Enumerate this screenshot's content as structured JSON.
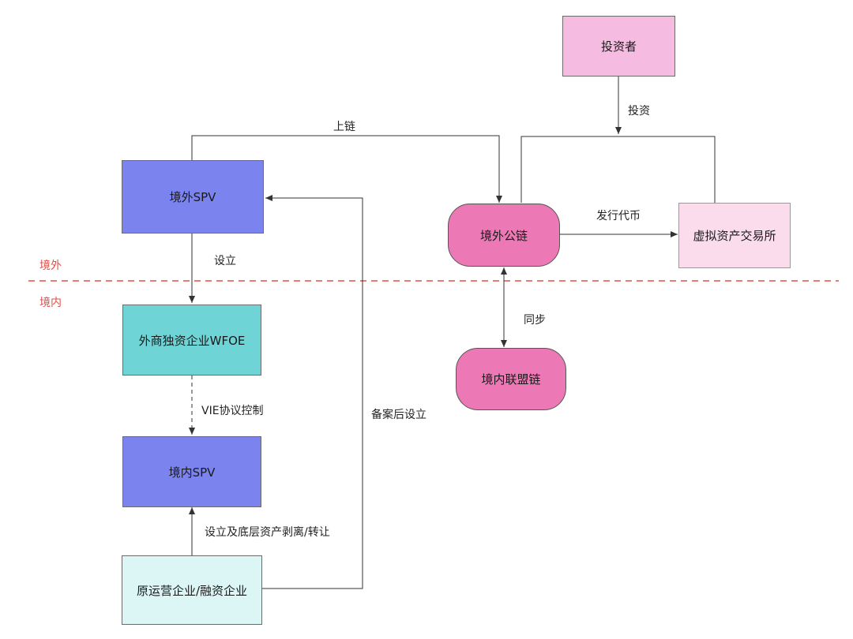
{
  "colors": {
    "spv": "#7b83ef",
    "wfoe": "#6fd4d6",
    "operating_company": "#dcf5f5",
    "investor": "#f6bbe0",
    "exchange": "#fadcec",
    "chain": "#ec79b6",
    "boundary": "#e0504a",
    "edge": "#333333"
  },
  "nodes": {
    "offshore_spv": "境外SPV",
    "wfoe": "外商独资企业WFOE",
    "onshore_spv": "境内SPV",
    "operating_company": "原运营企业/融资企业",
    "investor": "投资者",
    "offshore_chain": "境外公链",
    "exchange": "虚拟资产交易所",
    "onshore_chain": "境内联盟链"
  },
  "zones": {
    "offshore": "境外",
    "onshore": "境内"
  },
  "edges": {
    "onchain": "上链",
    "invest": "投资",
    "issue_token": "发行代币",
    "establish": "设立",
    "vie": "VIE协议控制",
    "establish_after_filing": "备案后设立",
    "establish_and_transfer": "设立及底层资产剥离/转让",
    "sync": "同步"
  }
}
